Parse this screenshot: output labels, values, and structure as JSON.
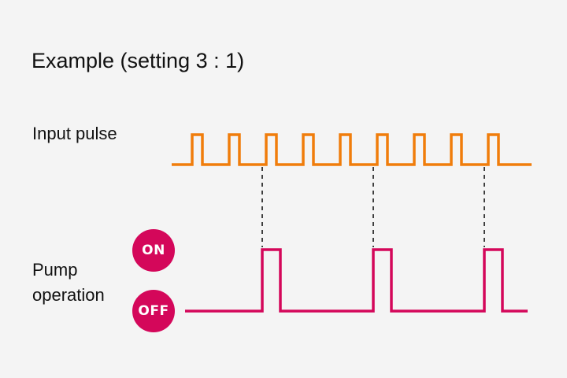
{
  "title": "Example (setting 3 : 1)",
  "labels": {
    "input_pulse": "Input pulse",
    "pump_line1": "Pump",
    "pump_line2": "operation"
  },
  "badges": {
    "on": "ON",
    "off": "OFF"
  },
  "colors": {
    "input_signal": "#f07d0b",
    "pump_signal": "#d4075a",
    "dashed_guides": "#111111",
    "background": "#f4f4f4"
  },
  "signals": {
    "input_pulse_count": 9,
    "pump_pulse_count": 3,
    "ratio_input_per_pump": 3
  }
}
